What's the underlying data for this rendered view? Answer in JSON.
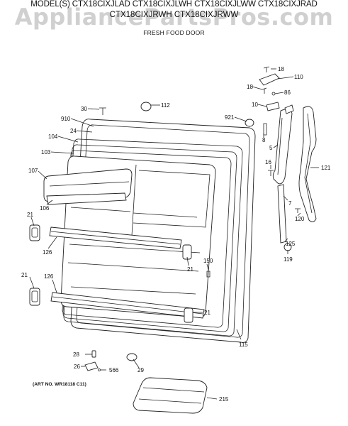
{
  "header": {
    "models_line1": "MODEL(S) CTX18CIXJLAD  CTX18CIXJLWH  CTX18CIXJLWW  CTX18CIXJRAD",
    "models_line2": "CTX18CIXJRWH  CTX18CIXJRWW",
    "section_title": "FRESH FOOD DOOR"
  },
  "watermark": "AppliancePartsPros.com",
  "art_number": "(ART NO. WR18118 C11)",
  "callouts": {
    "c18a": "18",
    "c110": "110",
    "c18b": "18",
    "c86": "86",
    "c10": "10",
    "c30": "30",
    "c112": "112",
    "c910": "910",
    "c24": "24",
    "c921": "921",
    "c8": "8",
    "c104": "104",
    "c103": "103",
    "c5": "5",
    "c16": "16",
    "c121": "121",
    "c107": "107",
    "c106": "106",
    "c7": "7",
    "c120": "120",
    "c21a": "21",
    "c126a": "126",
    "c125": "125",
    "c119": "119",
    "c150": "150",
    "c21b": "21",
    "c21c": "21",
    "c126b": "126",
    "c21d": "21",
    "c115": "115",
    "c28": "28",
    "c26": "26",
    "c566": "566",
    "c29": "29",
    "c215": "215"
  }
}
